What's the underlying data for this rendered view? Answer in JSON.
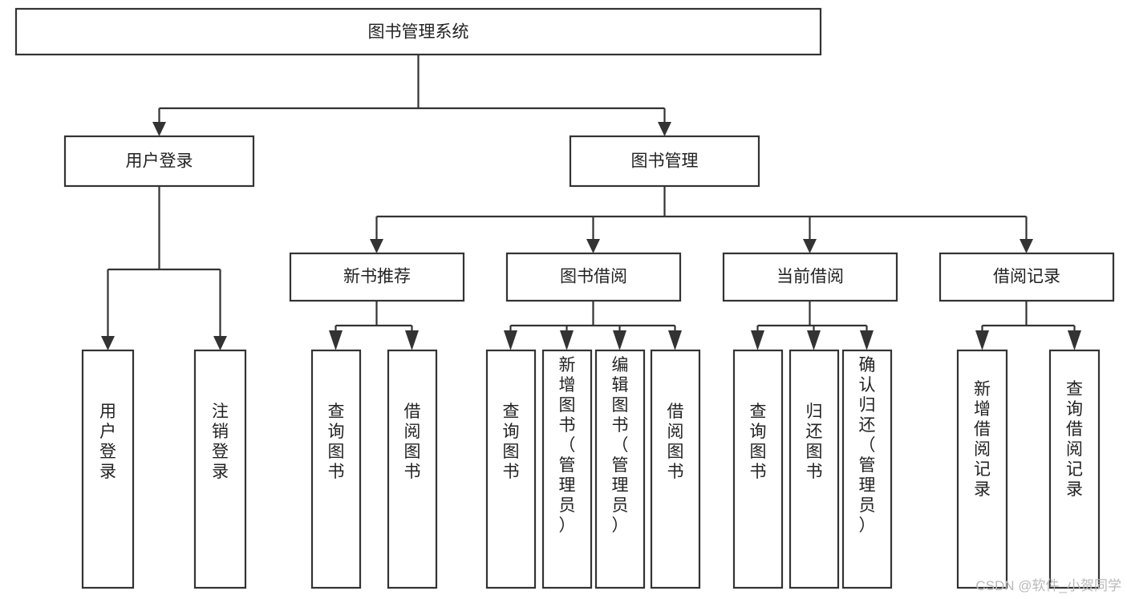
{
  "diagram": {
    "title": "图书管理系统",
    "type": "tree-hierarchy-flowchart",
    "orientation": "top-down",
    "watermark": "CSDN @软件_小贺同学"
  },
  "nodes": {
    "root": {
      "label": "图书管理系统",
      "level": 0,
      "text_direction": "horizontal"
    },
    "level1": [
      {
        "id": "user-login",
        "label": "用户登录",
        "text_direction": "horizontal"
      },
      {
        "id": "book-management",
        "label": "图书管理",
        "text_direction": "horizontal"
      }
    ],
    "level2": [
      {
        "id": "new-book-recommend",
        "label": "新书推荐",
        "parent": "book-management",
        "text_direction": "horizontal"
      },
      {
        "id": "book-borrow",
        "label": "图书借阅",
        "parent": "book-management",
        "text_direction": "horizontal"
      },
      {
        "id": "current-borrow",
        "label": "当前借阅",
        "parent": "book-management",
        "text_direction": "horizontal"
      },
      {
        "id": "borrow-record",
        "label": "借阅记录",
        "parent": "book-management",
        "text_direction": "horizontal"
      }
    ],
    "leaves": [
      {
        "id": "leaf-user-login",
        "label": "用户登录",
        "parent": "user-login",
        "text_direction": "vertical"
      },
      {
        "id": "leaf-logout-login",
        "label": "注销登录",
        "parent": "user-login",
        "text_direction": "vertical"
      },
      {
        "id": "leaf-query-book-1",
        "label": "查询图书",
        "parent": "new-book-recommend",
        "text_direction": "vertical"
      },
      {
        "id": "leaf-borrow-book-1",
        "label": "借阅图书",
        "parent": "new-book-recommend",
        "text_direction": "vertical"
      },
      {
        "id": "leaf-query-book-2",
        "label": "查询图书",
        "parent": "book-borrow",
        "text_direction": "vertical"
      },
      {
        "id": "leaf-add-book-admin",
        "label": "新增图书（管理员）",
        "parent": "book-borrow",
        "text_direction": "vertical"
      },
      {
        "id": "leaf-edit-book-admin",
        "label": "编辑图书（管理员）",
        "parent": "book-borrow",
        "text_direction": "vertical"
      },
      {
        "id": "leaf-borrow-book-2",
        "label": "借阅图书",
        "parent": "book-borrow",
        "text_direction": "vertical"
      },
      {
        "id": "leaf-query-book-3",
        "label": "查询图书",
        "parent": "current-borrow",
        "text_direction": "vertical"
      },
      {
        "id": "leaf-return-book",
        "label": "归还图书",
        "parent": "current-borrow",
        "text_direction": "vertical"
      },
      {
        "id": "leaf-confirm-return-admin",
        "label": "确认归还（管理员）",
        "parent": "current-borrow",
        "text_direction": "vertical"
      },
      {
        "id": "leaf-add-borrow-record",
        "label": "新增借阅记录",
        "parent": "borrow-record",
        "text_direction": "vertical"
      },
      {
        "id": "leaf-query-borrow-record",
        "label": "查询借阅记录",
        "parent": "borrow-record",
        "text_direction": "vertical"
      }
    ]
  },
  "colors": {
    "stroke": "#333333",
    "fill": "#ffffff",
    "text": "#222222",
    "watermark": "#b9b9b9",
    "background": "#ffffff"
  }
}
